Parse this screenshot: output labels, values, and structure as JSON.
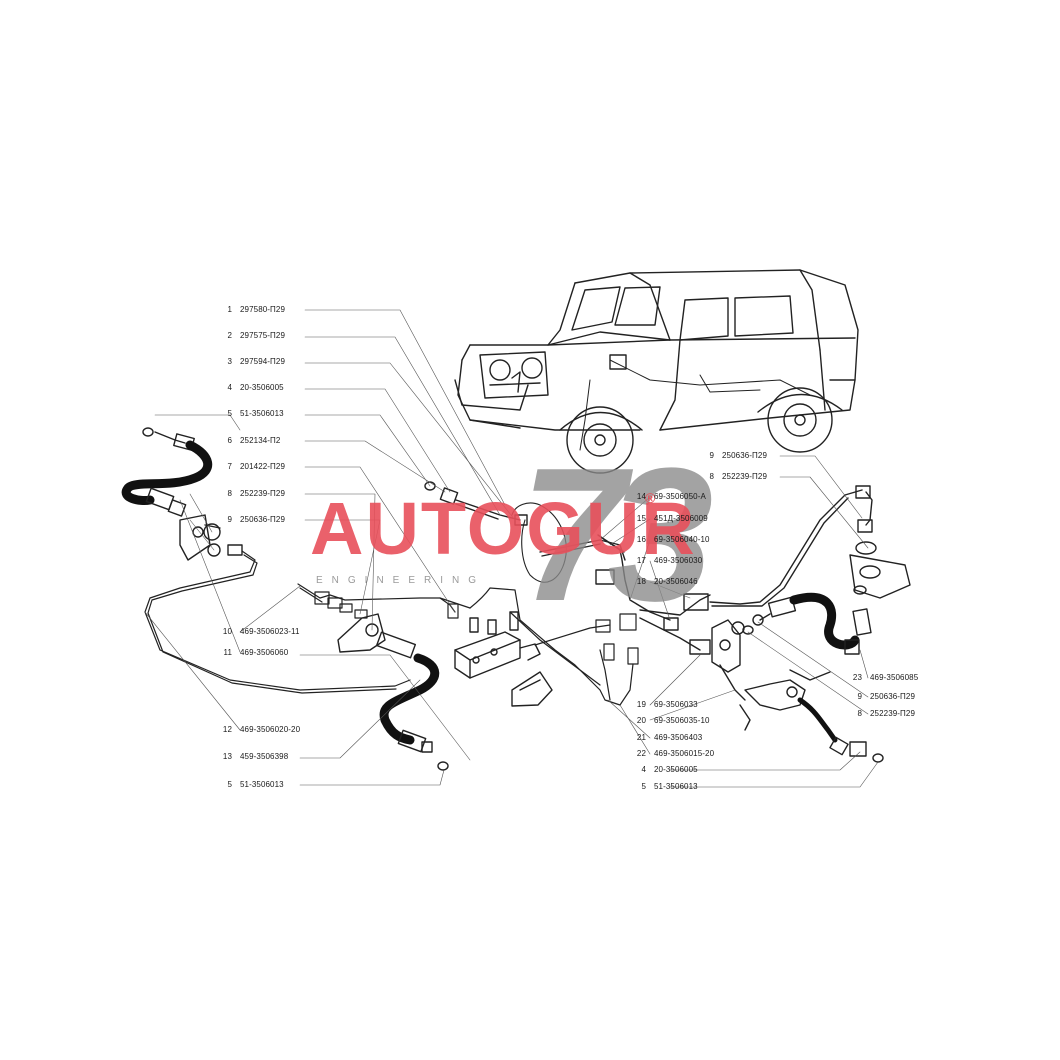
{
  "watermark": {
    "brand": "AUTOGUR",
    "number": "73",
    "reg": "®",
    "subtitle": "ENGINEERING",
    "brand_color": "#e8505b",
    "number_color": "#7a7a7a"
  },
  "labels_left": [
    {
      "num": "1",
      "code": "297580-П29"
    },
    {
      "num": "2",
      "code": "297575-П29"
    },
    {
      "num": "3",
      "code": "297594-П29"
    },
    {
      "num": "4",
      "code": "20-3506005"
    },
    {
      "num": "5",
      "code": "51-3506013"
    },
    {
      "num": "6",
      "code": "252134-П2"
    },
    {
      "num": "7",
      "code": "201422-П29"
    },
    {
      "num": "8",
      "code": "252239-П29"
    },
    {
      "num": "9",
      "code": "250636-П29"
    }
  ],
  "labels_left_low": [
    {
      "num": "10",
      "code": "469-3506023-11"
    },
    {
      "num": "11",
      "code": "469-3506060"
    },
    {
      "num": "12",
      "code": "469-3506020-20"
    },
    {
      "num": "13",
      "code": "459-3506398"
    },
    {
      "num": "5",
      "code": "51-3506013"
    }
  ],
  "labels_right_top": [
    {
      "num": "9",
      "code": "250636-П29"
    },
    {
      "num": "8",
      "code": "252239-П29"
    }
  ],
  "labels_center": [
    {
      "num": "14",
      "code": "69-3506050-А"
    },
    {
      "num": "15",
      "code": "451Д-3506009"
    },
    {
      "num": "16",
      "code": "69-3506040-10"
    },
    {
      "num": "17",
      "code": "469-3506030"
    },
    {
      "num": "18",
      "code": "20-3506046"
    }
  ],
  "labels_right_mid": [
    {
      "num": "23",
      "code": "469-3506085"
    },
    {
      "num": "9",
      "code": "250636-П29"
    },
    {
      "num": "8",
      "code": "252239-П29"
    }
  ],
  "labels_bottom": [
    {
      "num": "19",
      "code": "69-3506033"
    },
    {
      "num": "20",
      "code": "69-3506035-10"
    },
    {
      "num": "21",
      "code": "469-3506403"
    },
    {
      "num": "22",
      "code": "469-3506015-20"
    },
    {
      "num": "4",
      "code": "20-3506005"
    },
    {
      "num": "5",
      "code": "51-3506013"
    }
  ]
}
